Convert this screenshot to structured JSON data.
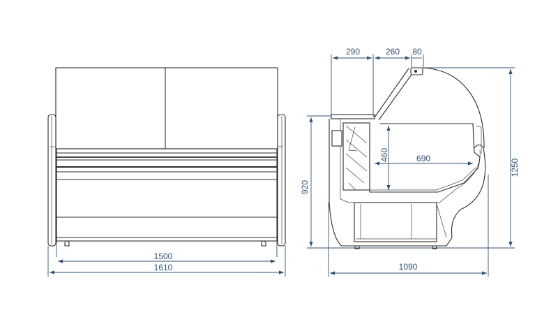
{
  "front_view": {
    "inner_width_label": "1500",
    "overall_width_label": "1610"
  },
  "side_view": {
    "depth_top_rear_label": "290",
    "depth_glass_label": "260",
    "depth_hinge_label": "80",
    "overall_height_label": "1250",
    "counter_height_label": "920",
    "display_height_label": "460",
    "display_depth_label": "690",
    "overall_depth_label": "1090"
  },
  "colors": {
    "dimension": "#2f4f72",
    "outline": "#2b2b2b"
  }
}
